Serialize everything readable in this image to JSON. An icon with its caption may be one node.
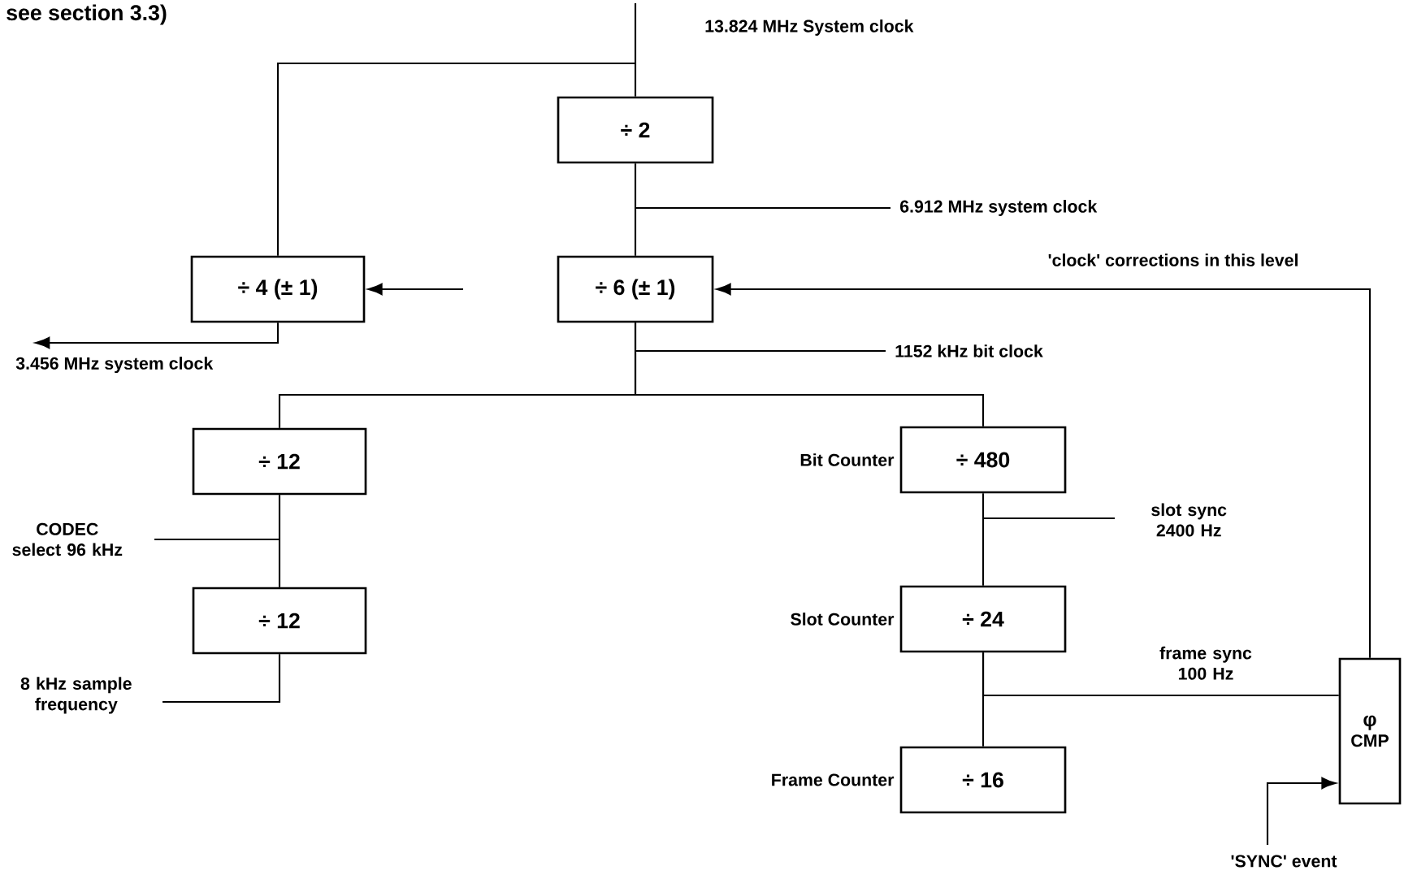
{
  "diagram": {
    "nodes": [
      {
        "text": [
          "÷ 2"
        ]
      },
      {
        "text": [
          "÷ 4 (± 1)"
        ]
      },
      {
        "text": [
          "÷ 6 (± 1)"
        ]
      },
      {
        "text": [
          "÷ 12"
        ]
      },
      {
        "text": [
          "÷ 12"
        ]
      },
      {
        "text": [
          "÷ 480"
        ],
        "beside": [
          "Bit Counter"
        ]
      },
      {
        "text": [
          "÷ 24"
        ],
        "beside": [
          "Slot Counter"
        ]
      },
      {
        "text": [
          "÷ 16"
        ],
        "beside": [
          "Frame Counter"
        ]
      },
      {
        "text": [
          "φ",
          "CMP"
        ]
      }
    ],
    "edges": [
      {
        "from": null,
        "to": 0,
        "arrow": "none",
        "label": "13.824 MHz System clock"
      },
      {
        "from": null,
        "to": 1,
        "arrow": "none"
      },
      {
        "from": 0,
        "to": 2,
        "arrow": "none",
        "label": "6.912 MHz system clock"
      },
      {
        "from": null,
        "to": 1,
        "arrow": "to"
      },
      {
        "from": 1,
        "to": null,
        "arrow": "to",
        "label": "3.456 MHz system clock"
      },
      {
        "from": 2,
        "to": 3,
        "arrow": "none",
        "label": "1152 kHz bit clock"
      },
      {
        "from": 2,
        "to": 5,
        "arrow": "none"
      },
      {
        "from": 3,
        "to": 4,
        "arrow": "none",
        "label": "CODEC select 96 kHz"
      },
      {
        "from": 4,
        "to": null,
        "arrow": "none",
        "label": "8 kHz sample frequency"
      },
      {
        "from": 5,
        "to": 6,
        "arrow": "none",
        "label": "slot sync 2400 Hz"
      },
      {
        "from": 6,
        "to": 7,
        "arrow": "none"
      },
      {
        "from": 6,
        "to": 8,
        "arrow": "none",
        "label": "frame sync 100 Hz"
      },
      {
        "from": 8,
        "to": 2,
        "arrow": "to",
        "label": "'clock' corrections in this level"
      },
      {
        "from": null,
        "to": 8,
        "arrow": "to",
        "label": "'SYNC' event"
      }
    ],
    "labels": [
      "see section 3.3)"
    ]
  }
}
